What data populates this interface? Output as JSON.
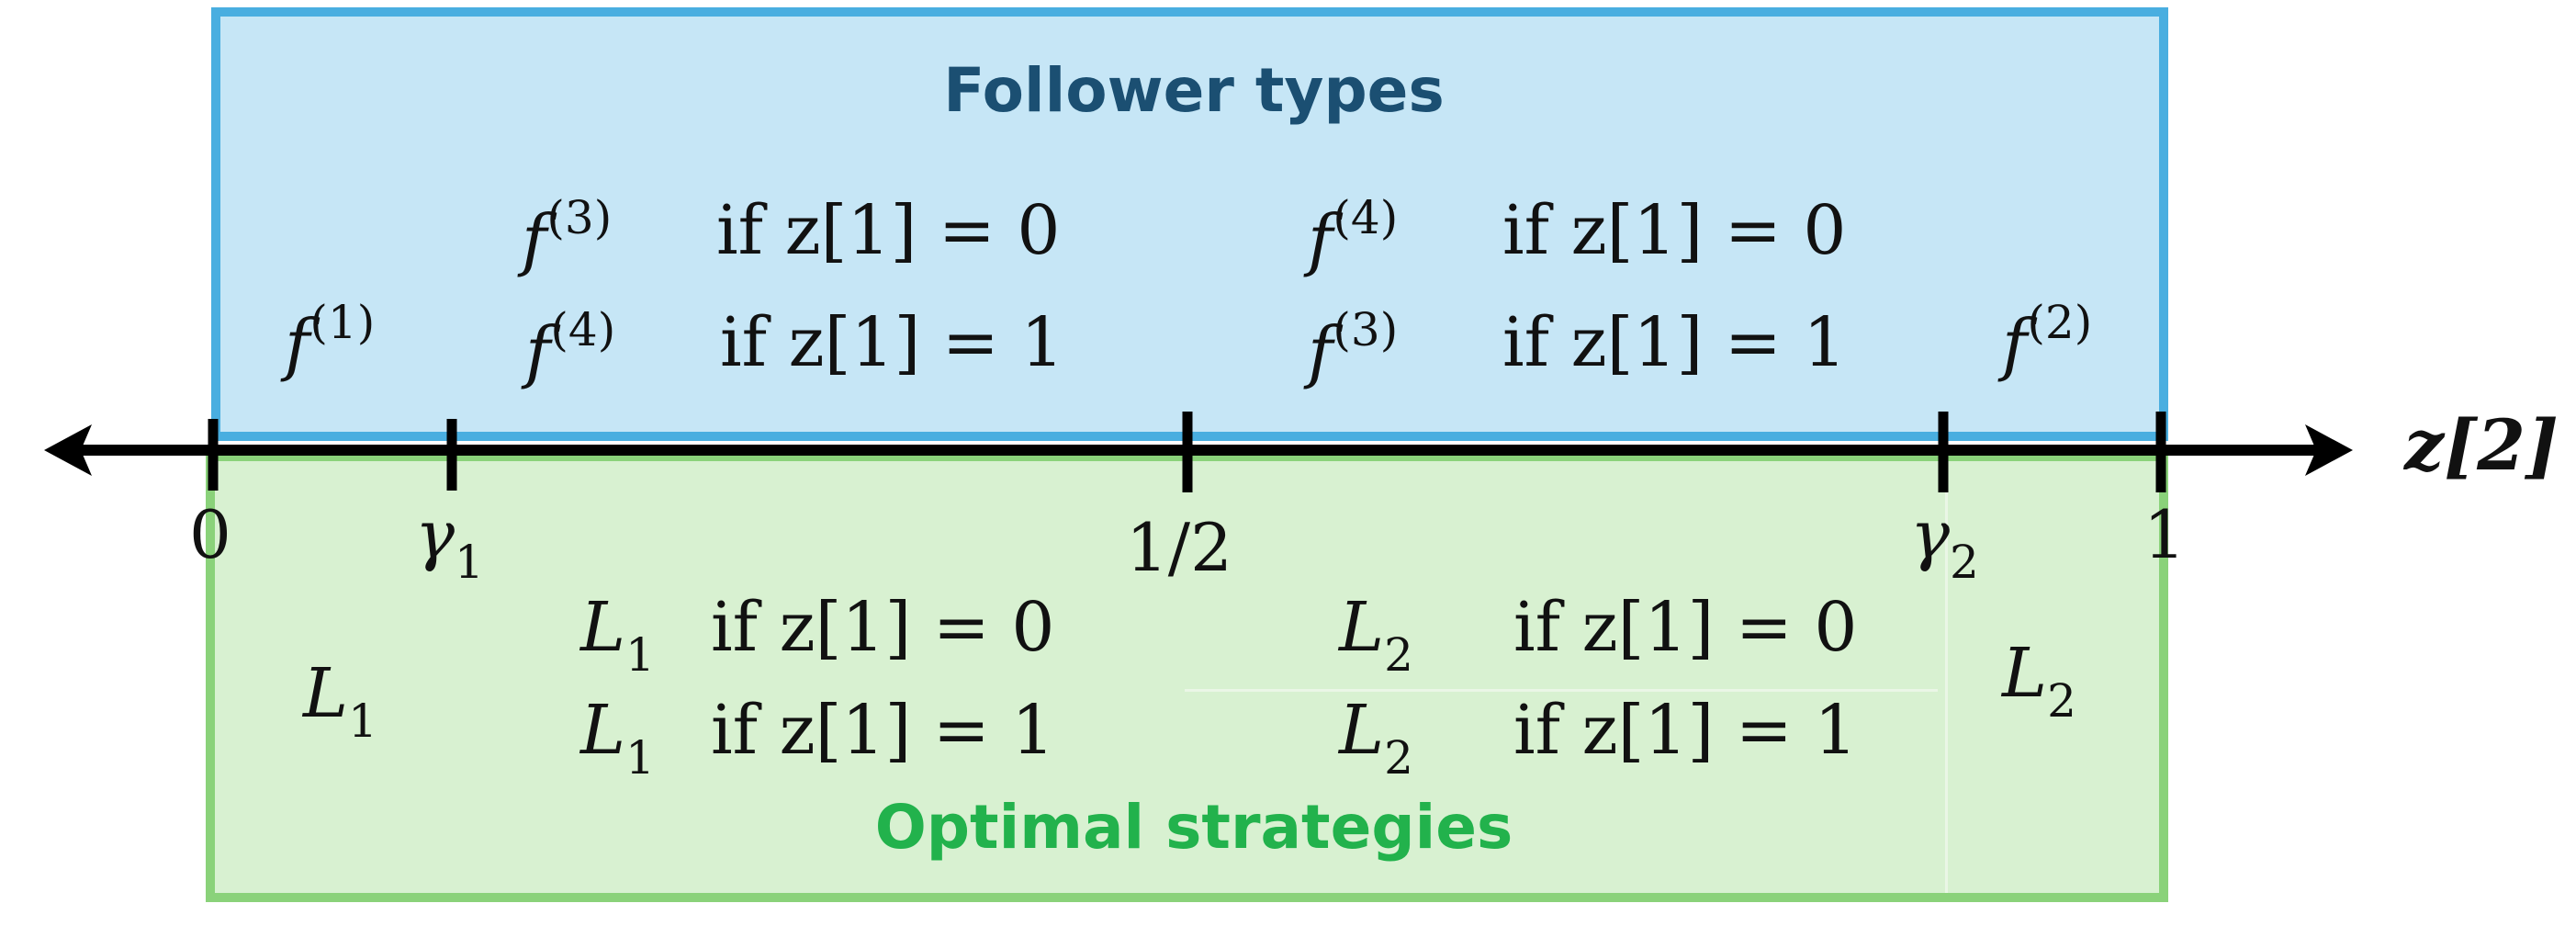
{
  "titles": {
    "follower": "Follower types",
    "strategies": "Optimal strategies"
  },
  "axis": {
    "name": "z[2]",
    "ticks": [
      "0",
      "1/2",
      "1"
    ],
    "gamma1_base": "γ",
    "gamma1_sub": "1",
    "gamma2_base": "γ",
    "gamma2_sub": "2"
  },
  "follower_types": {
    "region1": {
      "base": "f",
      "sup": "(1)"
    },
    "region2_row1": {
      "base": "f",
      "sup": "(3)",
      "cond": "if z[1] = 0"
    },
    "region2_row2": {
      "base": "f",
      "sup": "(4)",
      "cond": "if z[1] = 1"
    },
    "region3_row1": {
      "base": "f",
      "sup": "(4)",
      "cond": "if z[1] = 0"
    },
    "region3_row2": {
      "base": "f",
      "sup": "(3)",
      "cond": "if z[1] = 1"
    },
    "region4": {
      "base": "f",
      "sup": "(2)"
    }
  },
  "strategies": {
    "region1": {
      "base": "L",
      "sub": "1"
    },
    "region2_row1": {
      "base": "L",
      "sub": "1",
      "cond": "if z[1] = 0"
    },
    "region2_row2": {
      "base": "L",
      "sub": "1",
      "cond": "if z[1] = 1"
    },
    "region3_row1": {
      "base": "L",
      "sub": "2",
      "cond": "if z[1] = 0"
    },
    "region3_row2": {
      "base": "L",
      "sub": "2",
      "cond": "if z[1] = 1"
    },
    "region4": {
      "base": "L",
      "sub": "2"
    }
  },
  "colors": {
    "top_fill": "#c6e6f6",
    "top_border": "#49aee0",
    "bottom_fill": "#d8f1d1",
    "bottom_border": "#8ad27a",
    "title_top": "#1b4f72",
    "title_bottom": "#22b24c"
  }
}
